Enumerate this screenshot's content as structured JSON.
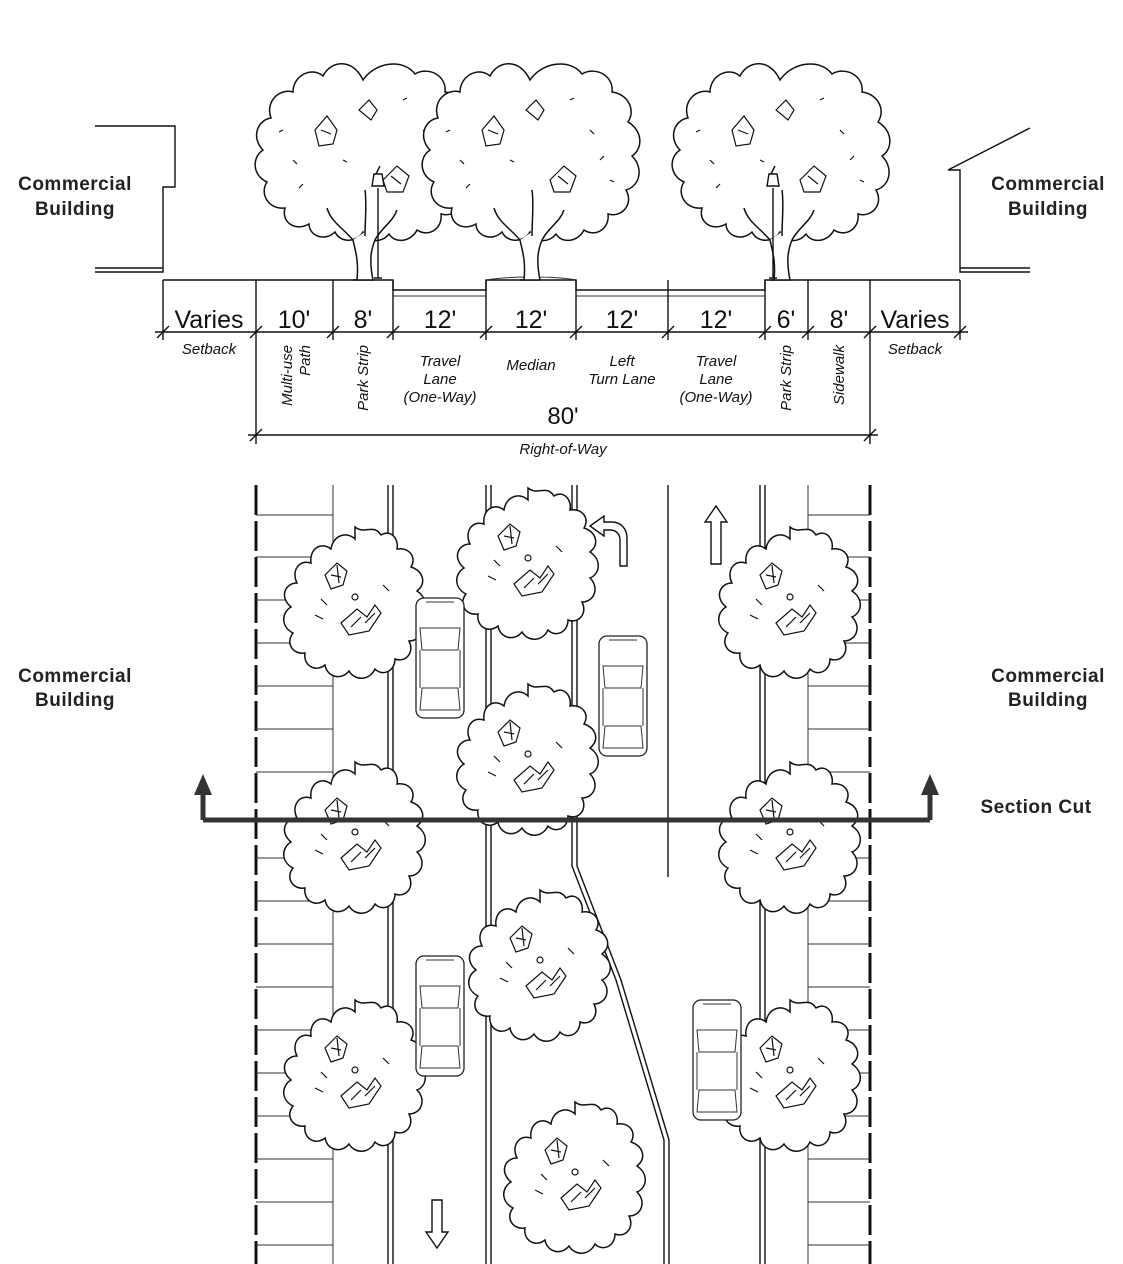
{
  "labels": {
    "building_top_left": [
      "Commercial",
      "Building"
    ],
    "building_top_right": [
      "Commercial",
      "Building"
    ],
    "building_plan_left": [
      "Commercial",
      "Building"
    ],
    "building_plan_right": [
      "Commercial",
      "Building"
    ],
    "section_cut": "Section Cut",
    "right_of_way_width": "80'",
    "right_of_way_label": "Right-of-Way"
  },
  "segments": [
    {
      "dim": "Varies",
      "label": [
        "Setback"
      ],
      "vertical": false
    },
    {
      "dim": "10'",
      "label": [
        "Multi-use",
        "Path"
      ],
      "vertical": true
    },
    {
      "dim": "8'",
      "label": [
        "Park Strip"
      ],
      "vertical": true
    },
    {
      "dim": "12'",
      "label": [
        "Travel",
        "Lane",
        "(One-Way)"
      ],
      "vertical": false
    },
    {
      "dim": "12'",
      "label": [
        "Median"
      ],
      "vertical": false
    },
    {
      "dim": "12'",
      "label": [
        "Left",
        "Turn Lane"
      ],
      "vertical": false
    },
    {
      "dim": "12'",
      "label": [
        "Travel",
        "Lane",
        "(One-Way)"
      ],
      "vertical": false
    },
    {
      "dim": "6'",
      "label": [
        "Park Strip"
      ],
      "vertical": true
    },
    {
      "dim": "8'",
      "label": [
        "Sidewalk"
      ],
      "vertical": true
    },
    {
      "dim": "Varies",
      "label": [
        "Setback"
      ],
      "vertical": false
    }
  ]
}
